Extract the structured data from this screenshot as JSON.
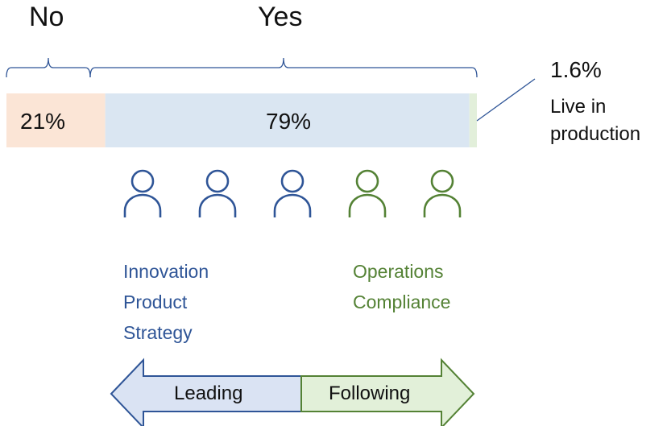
{
  "headings": {
    "no": "No",
    "yes": "Yes"
  },
  "bar": {
    "segments": [
      {
        "label": "21%",
        "value": 21,
        "color": "#FBE5D6"
      },
      {
        "label": "79%",
        "value": 77.4,
        "color": "#DAE6F2"
      },
      {
        "label": "",
        "value": 1.6,
        "color": "#E2EFDA"
      }
    ]
  },
  "callout": {
    "value": "1.6%",
    "line1": "Live in",
    "line2": "production"
  },
  "people": {
    "count_blue": 3,
    "count_green": 2,
    "color_blue": "#2F5597",
    "color_green": "#548235",
    "icon": "person-outline-icon"
  },
  "groups": {
    "leading": [
      "Innovation",
      "Product",
      "Strategy"
    ],
    "following": [
      "Operations",
      "Compliance"
    ]
  },
  "arrow": {
    "left_label": "Leading",
    "right_label": "Following",
    "left_fill": "#DAE3F3",
    "left_stroke": "#2F5597",
    "right_fill": "#E2F0D9",
    "right_stroke": "#548235"
  }
}
